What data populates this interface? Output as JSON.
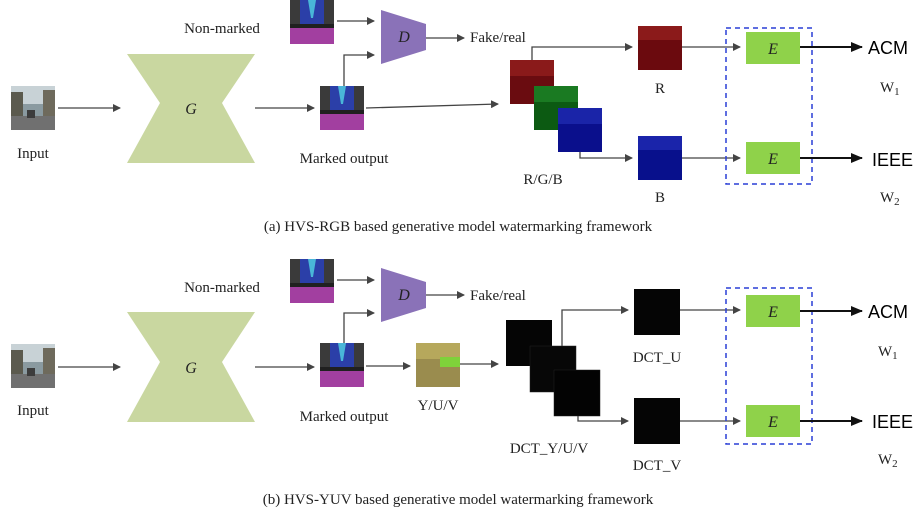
{
  "panel_a": {
    "input_label": "Input",
    "generator": "G",
    "non_marked": "Non-marked",
    "discriminator": "D",
    "fake_real": "Fake/real",
    "marked_output": "Marked output",
    "rgb_label": "R/G/B",
    "r_label": "R",
    "b_label": "B",
    "extractor_1": "E",
    "extractor_2": "E",
    "w1_text": "ACM",
    "w2_text": "IEEE",
    "w1_label": "W",
    "w1_sub": "1",
    "w2_label": "W",
    "w2_sub": "2",
    "caption": "(a) HVS-RGB based generative model watermarking framework"
  },
  "panel_b": {
    "input_label": "Input",
    "generator": "G",
    "non_marked": "Non-marked",
    "discriminator": "D",
    "fake_real": "Fake/real",
    "marked_output": "Marked output",
    "yuv_label": "Y/U/V",
    "dct_yuv_label": "DCT_Y/U/V",
    "dct_u_label": "DCT_U",
    "dct_v_label": "DCT_V",
    "extractor_1": "E",
    "extractor_2": "E",
    "w1_text": "ACM",
    "w2_text": "IEEE",
    "w1_label": "W",
    "w1_sub": "1",
    "w2_label": "W",
    "w2_sub": "2",
    "caption": "(b) HVS-YUV based generative model watermarking framework"
  },
  "colors": {
    "generator_fill": "#c9d7a0",
    "discriminator_fill": "#8a72b8",
    "extractor_fill": "#8fd24a",
    "dashed_box": "#2a3fd6"
  }
}
